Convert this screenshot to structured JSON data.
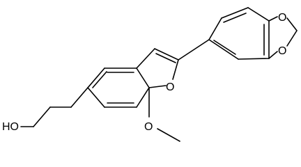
{
  "molecule": {
    "atoms": {
      "ring_oxygen": "O",
      "methoxy_oxygen": "O",
      "dioxole_oxygen_top": "O",
      "dioxole_oxygen_bottom": "O",
      "hydroxyl": "HO"
    }
  }
}
